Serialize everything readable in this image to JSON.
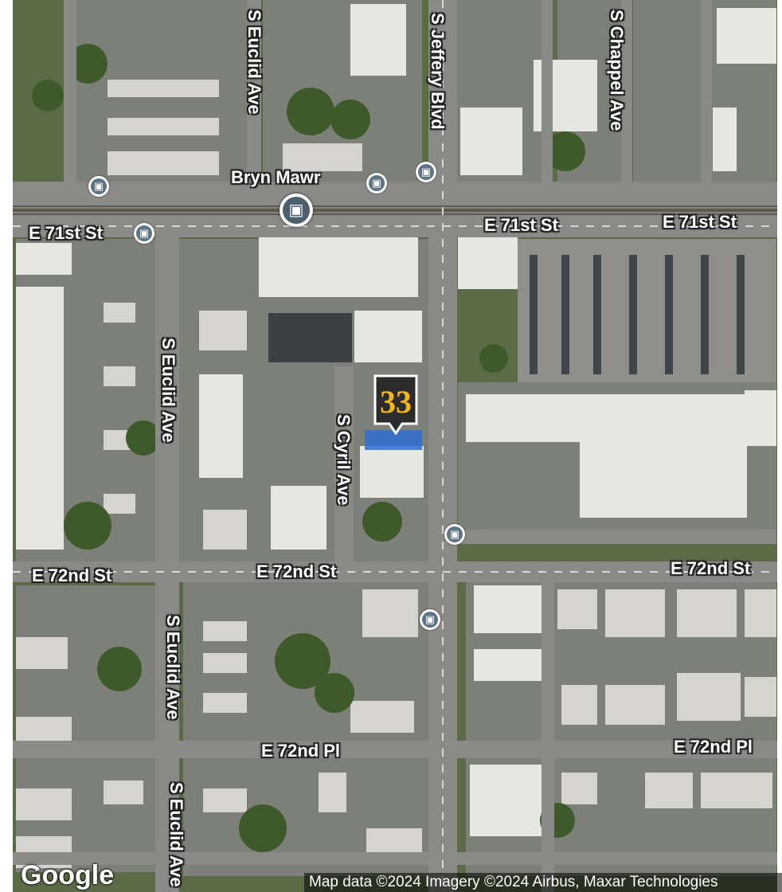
{
  "map": {
    "streets": {
      "euclid_top": "S Euclid Ave",
      "jeffery": "S Jeffery Blvd",
      "chappel": "S Chappel Ave",
      "e71_left": "E 71st St",
      "e71_mid": "E 71st St",
      "e71_right": "E 71st St",
      "euclid_mid": "S Euclid Ave",
      "cyril": "S Cyril Ave",
      "e72_left": "E 72nd St",
      "e72_mid": "E 72nd St",
      "e72_right": "E 72nd St",
      "euclid_low": "S Euclid Ave",
      "e72pl_mid": "E 72nd Pl",
      "e72pl_right": "E 72nd Pl",
      "euclid_bottom": "S Euclid Ave"
    },
    "station_label": "Bryn Mawr",
    "marker_glyph": "33",
    "logo": "Google",
    "attribution": "Map data ©2024 Imagery ©2024 Airbus, Maxar Technologies",
    "colors": {
      "road": "#8a8a88",
      "roof": "#e8e8e6",
      "grass": "#4d6b36",
      "marker_bg": "#2b2b2b",
      "marker_glyph": "#f2b51a",
      "highlight": "#2f6fd1",
      "transit_icon": "#5f7482"
    },
    "icons": {
      "bus_stop": "bus-icon",
      "rail_station": "train-icon",
      "place_marker": "place-pin-icon"
    }
  }
}
